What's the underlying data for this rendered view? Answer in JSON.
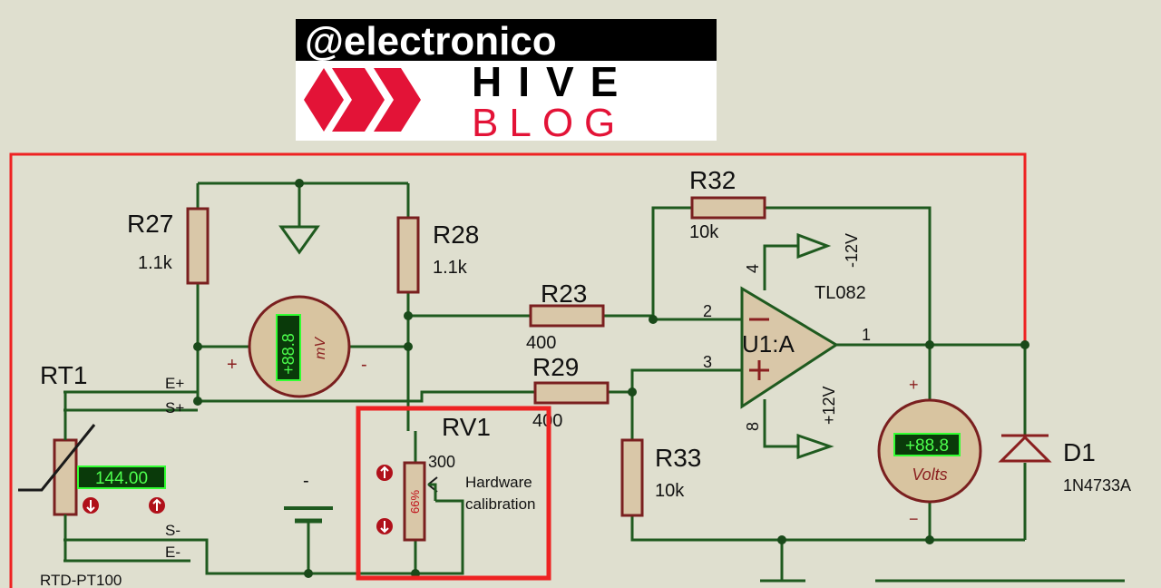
{
  "logo": {
    "line1": "@electronico",
    "line2": "HIVE",
    "line3": "BLOG"
  },
  "components": {
    "r27": {
      "name": "R27",
      "value": "1.1k"
    },
    "r28": {
      "name": "R28",
      "value": "1.1k"
    },
    "r23": {
      "name": "R23",
      "value": "400"
    },
    "r29": {
      "name": "R29",
      "value": "400"
    },
    "r32": {
      "name": "R32",
      "value": "10k"
    },
    "r33": {
      "name": "R33",
      "value": "10k"
    },
    "rv1": {
      "name": "RV1",
      "value": "300",
      "position": "66%"
    },
    "rt1": {
      "name": "RT1",
      "model": "RTD-PT100",
      "reading": "144.00",
      "pins": [
        "E+",
        "S+",
        "S-",
        "E-"
      ]
    },
    "u1": {
      "name": "U1:A",
      "model": "TL082",
      "pins": [
        "2",
        "3",
        "1",
        "4",
        "8"
      ],
      "vneg": "-12V",
      "vpos": "+12V"
    },
    "d1": {
      "name": "D1",
      "model": "1N4733A"
    }
  },
  "meters": {
    "mv": {
      "display": "+88.8",
      "unit": "mV",
      "plus": "+",
      "minus": "-"
    },
    "volts": {
      "display": "+88.8",
      "unit": "Volts",
      "plus": "+",
      "minus": "−"
    }
  },
  "annotation": {
    "line1": "Hardware",
    "line2": "calibration"
  },
  "battery_mark": "-"
}
